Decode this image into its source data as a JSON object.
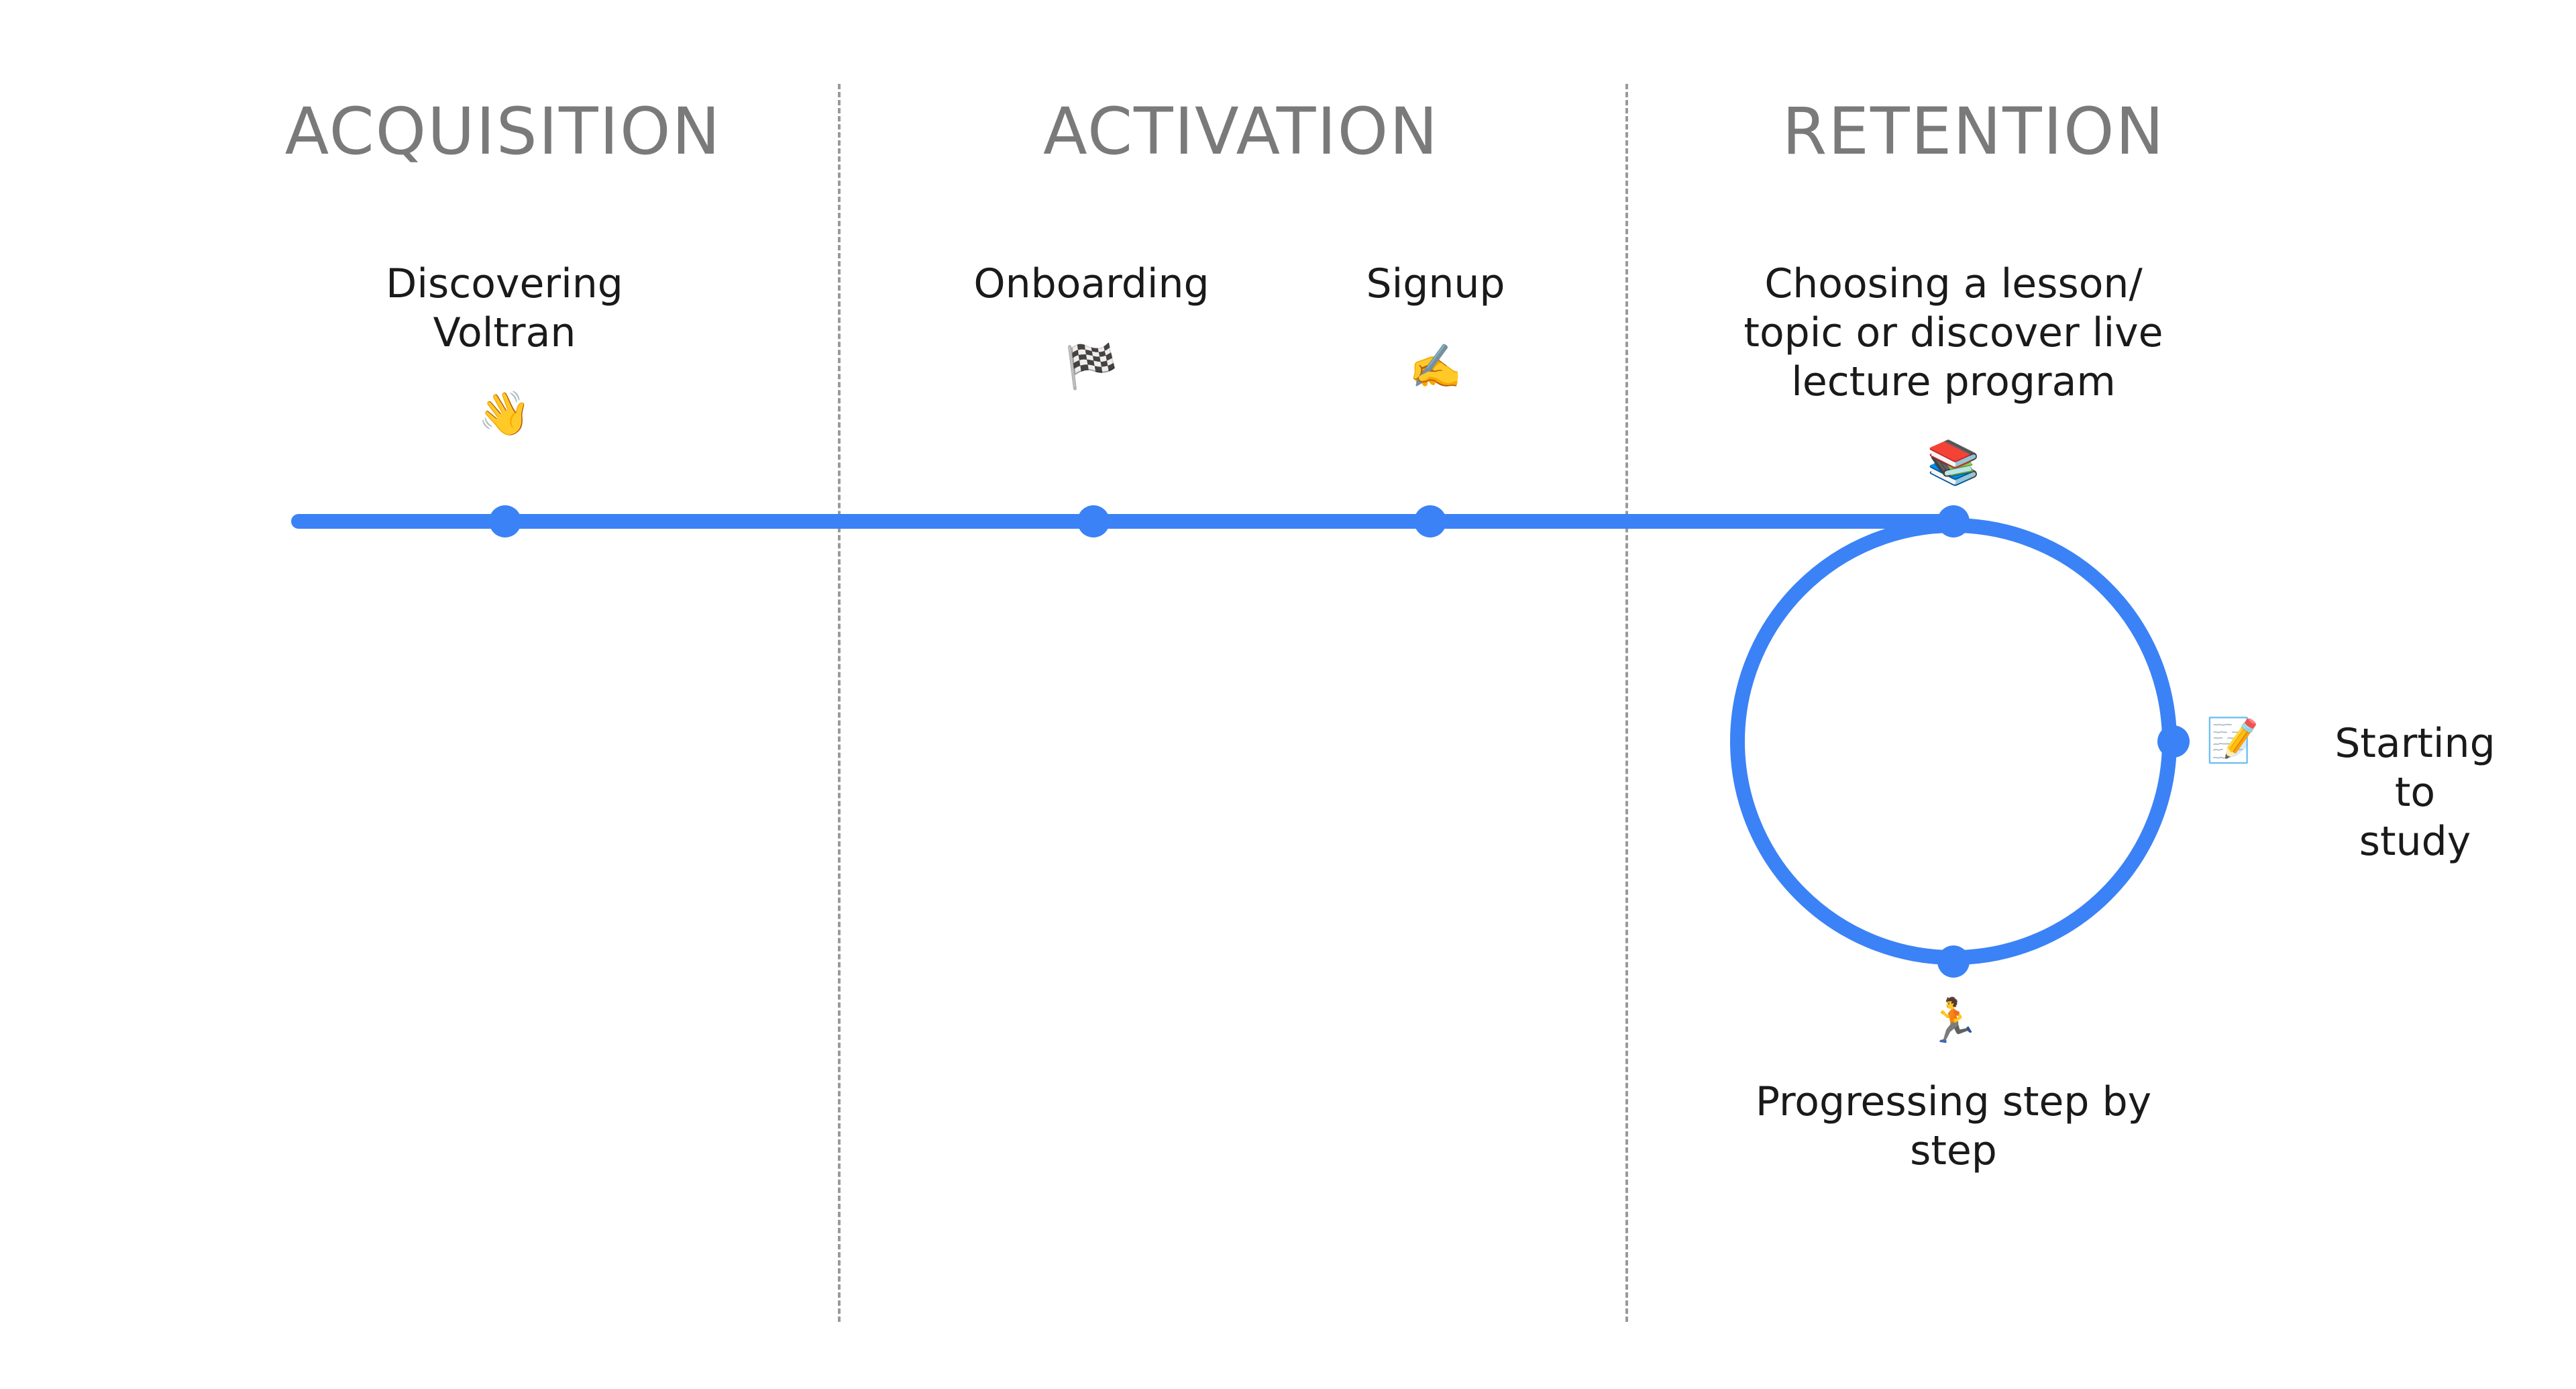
{
  "phases": [
    {
      "label": "ACQUISITION"
    },
    {
      "label": "ACTIVATION"
    },
    {
      "label": "RETENTION"
    }
  ],
  "steps": {
    "discovering": {
      "label": "Discovering\nVoltran",
      "emoji": "👋",
      "icon": "waving-hand-icon"
    },
    "onboarding": {
      "label": "Onboarding",
      "emoji": "🏁",
      "icon": "checkered-flag-icon"
    },
    "signup": {
      "label": "Signup",
      "emoji": "✍️",
      "icon": "writing-hand-icon"
    },
    "choosing": {
      "label": "Choosing a lesson/\ntopic or discover live\nlecture program",
      "emoji": "📚",
      "icon": "books-icon"
    },
    "starting": {
      "label": "Starting to\nstudy",
      "emoji": "📝",
      "icon": "memo-icon"
    },
    "progressing": {
      "label": "Progressing step by\nstep",
      "emoji": "🏃",
      "icon": "running-person-icon"
    }
  },
  "colors": {
    "path": "#3b82f6",
    "phase_text": "#7a7a7a",
    "divider": "#9a9a9a"
  }
}
